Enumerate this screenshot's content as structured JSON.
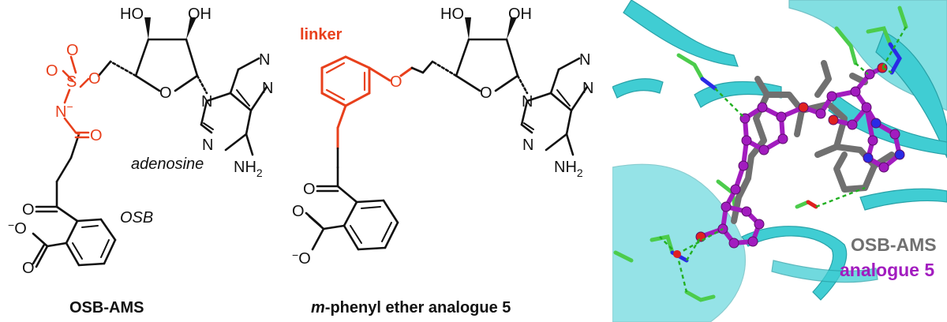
{
  "colors": {
    "ink": "#111111",
    "linker": "#e8401c",
    "protein": "#2fc9cf",
    "protein_dark": "#169aa1",
    "ligand_osb_ams": "#707070",
    "ligand_analogue": "#a21cbf",
    "carbon_side": "#4ccc4c",
    "nitrogen": "#2a2ae6",
    "oxygen": "#e02020",
    "hbond": "#23b023"
  },
  "structure_1": {
    "caption": "OSB-AMS",
    "adenosine_label": "adenosine",
    "osb_label": "OSB",
    "atoms": {
      "ho1": "HO",
      "oh1": "OH",
      "o_ring": "O",
      "n9": "N",
      "n7": "N",
      "n1": "N",
      "n3": "N",
      "nh2": "NH",
      "nh2_sub": "2",
      "o_ester": "O",
      "s": "S",
      "o_s1": "O",
      "o_s2": "O",
      "n_minus": "N",
      "n_minus_charge": "−",
      "o_amide": "O",
      "o_ketone": "O",
      "o_carbox1": "O",
      "o_carbox1_charge": "−",
      "o_carbox2": "O"
    }
  },
  "structure_2": {
    "caption_italic": "m",
    "caption_rest": "-phenyl ether analogue 5",
    "linker_label": "linker",
    "atoms": {
      "ho1": "HO",
      "oh1": "OH",
      "o_ring": "O",
      "o_ether": "O",
      "n9": "N",
      "n7": "N",
      "n1": "N",
      "n3": "N",
      "nh2": "NH",
      "nh2_sub": "2",
      "o_ketone": "O",
      "o_carbox1": "O",
      "o_carbox2": "O",
      "o_carbox2_charge": "−"
    }
  },
  "crystal": {
    "legend_1": "OSB-AMS",
    "legend_2": "analogue 5"
  }
}
